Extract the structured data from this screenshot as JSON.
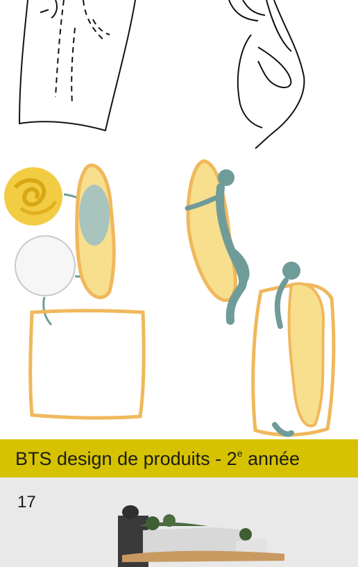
{
  "banner": {
    "text_before": "BTS design de produits - 2",
    "superscript": "e",
    "text_after": " année"
  },
  "page_number": "17",
  "colors": {
    "banner_bg": "#d6c200",
    "sketch_fill": "#f7df8e",
    "sketch_outline": "#f0b85c",
    "figure_teal": "#6f9c98",
    "lower_bg": "#e9e9e9"
  }
}
